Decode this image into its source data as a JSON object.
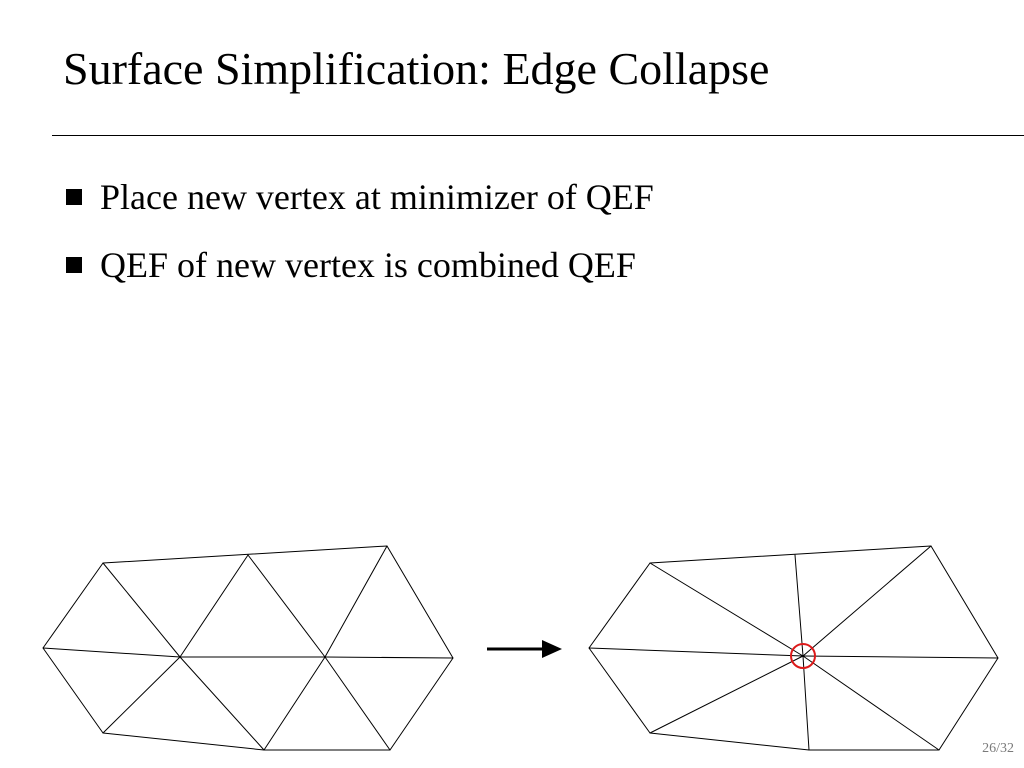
{
  "slide": {
    "title": "Surface Simplification: Edge Collapse",
    "bullets": [
      "Place new vertex at minimizer of QEF",
      "QEF of new vertex is combined QEF"
    ],
    "page_number": "26/32"
  },
  "diagram": {
    "before_label": "",
    "after_label": "",
    "arrow_icon": "right-arrow-icon",
    "highlight_color": "#dd1a1a",
    "line_color": "#000000"
  }
}
